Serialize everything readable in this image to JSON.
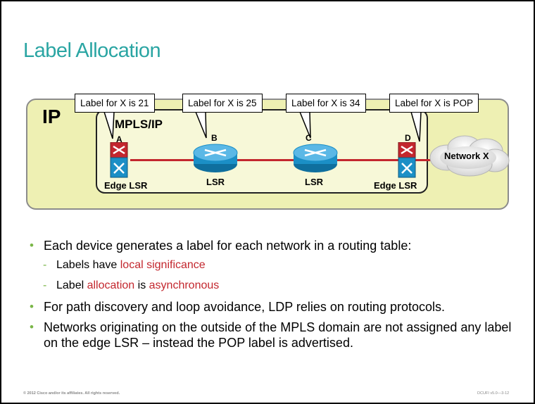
{
  "slide": {
    "title": "Label Allocation"
  },
  "diagram": {
    "ip_label": "IP",
    "mpls_label": "MPLS/IP",
    "callouts": [
      "Label for X is 21",
      "Label for X is 25",
      "Label for X is 34",
      "Label for X is POP"
    ],
    "nodes": [
      {
        "letter": "A",
        "label": "Edge LSR",
        "icon": "edge-lsr-router-icon"
      },
      {
        "letter": "B",
        "label": "LSR",
        "icon": "lsr-router-icon"
      },
      {
        "letter": "C",
        "label": "LSR",
        "icon": "lsr-router-icon"
      },
      {
        "letter": "D",
        "label": "Edge LSR",
        "icon": "edge-lsr-router-icon"
      }
    ],
    "cloud_label": "Network X",
    "colors": {
      "ip_fill": "#eef0b3",
      "link": "#c3272e",
      "router": "#1b8fc6"
    }
  },
  "bullets": {
    "b1": "Each device generates a label for each network in a routing table:",
    "b1_sub1_pre": "Labels have ",
    "b1_sub1_hl": "local significance",
    "b1_sub2_pre": "Label ",
    "b1_sub2_hl1": "allocation",
    "b1_sub2_mid": " is ",
    "b1_sub2_hl2": "asynchronous",
    "b2": "For path discovery and loop avoidance, LDP relies on routing protocols.",
    "b3": "Networks originating on the outside of the MPLS domain are not assigned any label on the edge LSR – instead the POP label is advertised."
  },
  "footer": {
    "copyright": "© 2012 Cisco and/or its affiliates. All rights reserved.",
    "code": "DCUFI v5.0—3-12"
  }
}
